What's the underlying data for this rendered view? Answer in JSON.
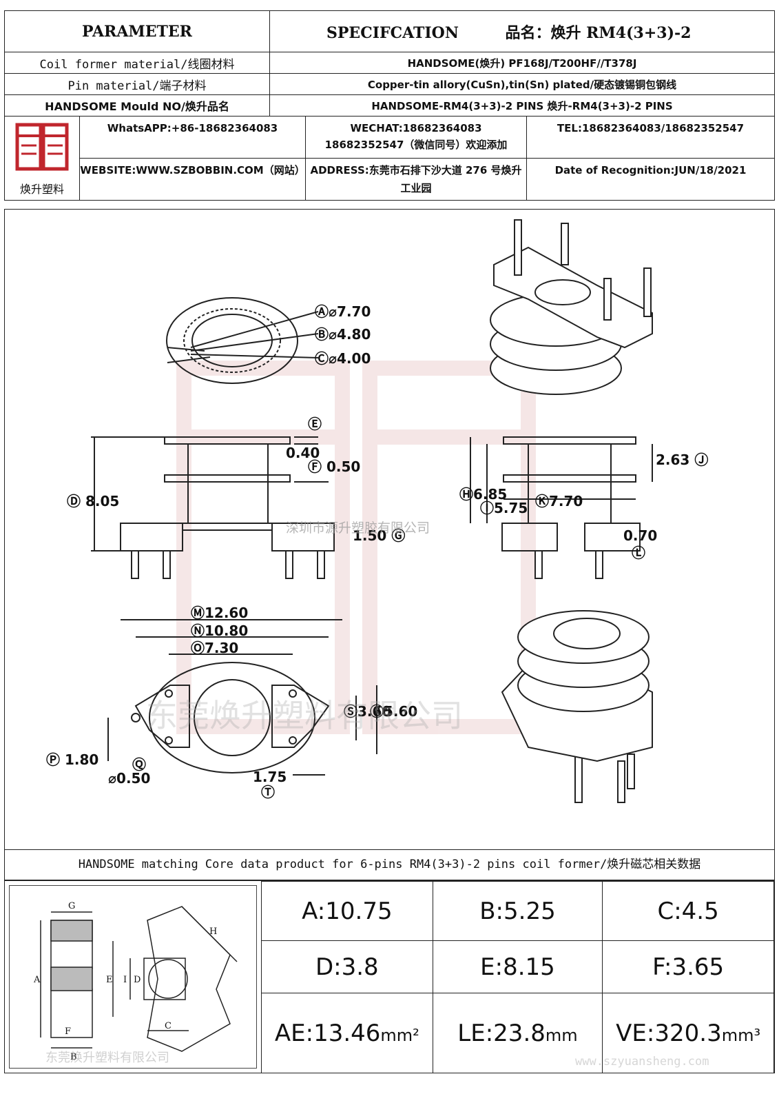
{
  "header": {
    "parameter": "PARAMETER",
    "specification": "SPECIFCATION",
    "product_name": "品名：焕升 RM4(3+3)-2"
  },
  "rows": [
    {
      "label": "Coil former material/线圈材料",
      "value": "HANDSOME(焕升)  PF168J/T200HF//T378J"
    },
    {
      "label": "Pin material/端子材料",
      "value": "Copper-tin allory(CuSn),tin(Sn) plated/硬态镀锡铜包钢线"
    },
    {
      "label": "HANDSOME Mould NO/焕升品名",
      "value": "HANDSOME-RM4(3+3)-2 PINS   焕升-RM4(3+3)-2 PINS"
    }
  ],
  "logo_caption": "焕升塑料",
  "contact": {
    "whatsapp": "WhatsAPP:+86-18682364083",
    "wechat_1": "WECHAT:18682364083",
    "wechat_2": "18682352547（微信同号）欢迎添加",
    "tel": "TEL:18682364083/18682352547",
    "website": "WEBSITE:WWW.SZBOBBIN.COM（网站）",
    "address": "ADDRESS:东莞市石排下沙大道 276 号焕升工业园",
    "date": "Date of Recognition:JUN/18/2021"
  },
  "dimensions": {
    "A": "7.70",
    "B": "4.80",
    "C": "4.00",
    "E": "0.40",
    "F": "0.50",
    "D": "8.05",
    "G": "1.50",
    "H": "6.85",
    "I": "5.75",
    "J": "2.63",
    "K": "7.70",
    "L": "0.70",
    "M": "12.60",
    "N": "10.80",
    "O": "7.30",
    "S": "3.60",
    "R": "5.60",
    "P": "1.80",
    "Q": "0.50",
    "T": "1.75"
  },
  "watermarks": {
    "cn1": "深圳市源升塑胶有限公司",
    "cn2": "东莞焕升塑料有限公司",
    "cn3": "东莞焕升塑料有限公司",
    "url": "www.szyuansheng.com"
  },
  "matching_row": "HANDSOME matching Core data  product for 6-pins RM4(3+3)-2 pins coil former/焕升磁芯相关数据",
  "core_labels": {
    "g": "G",
    "a": "A",
    "e": "E",
    "i": "I",
    "d": "D",
    "h": "H",
    "c": "C",
    "f": "F",
    "b": "B"
  },
  "core_data": [
    [
      "A:10.75",
      "B:5.25",
      "C:4.5"
    ],
    [
      "D:3.8",
      "E:8.15",
      "F:3.65"
    ]
  ],
  "core_data_units": {
    "ae": "AE:13.46",
    "ae_unit": "mm²",
    "le": "LE:23.8",
    "le_unit": "mm",
    "ve": "VE:320.3",
    "ve_unit": "mm³"
  },
  "colors": {
    "logo_red": "#c0262d",
    "watermark": "#e8b8b8"
  }
}
